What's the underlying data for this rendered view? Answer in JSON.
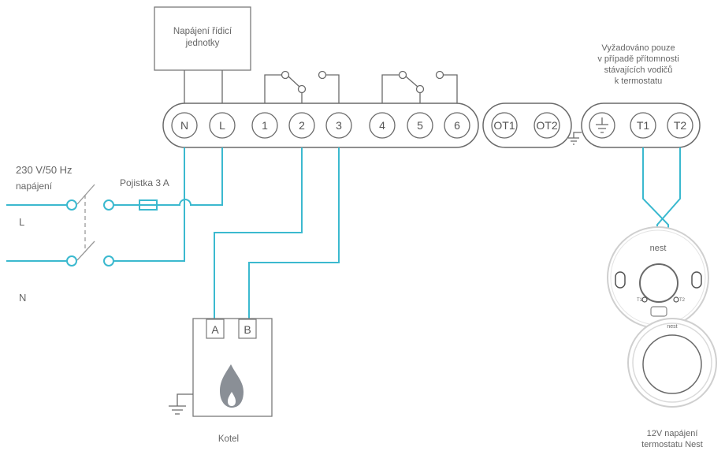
{
  "control_unit_power": [
    "Napájení řídicí",
    "jednotky"
  ],
  "terminals_main": [
    "N",
    "L",
    "1",
    "2",
    "3",
    "4",
    "5",
    "6"
  ],
  "terminals_ot": [
    "OT1",
    "OT2"
  ],
  "terminals_right": [
    "T1",
    "T2"
  ],
  "required_note": [
    "Vyžadováno pouze",
    "v případě přítomnosti",
    "stávajících vodičů",
    "k termostatu"
  ],
  "supply_voltage": "230 V/50 Hz",
  "supply_label": "napájení",
  "fuse_label": "Pojistka 3 A",
  "line_L": "L",
  "line_N": "N",
  "boiler_terminals": [
    "A",
    "B"
  ],
  "boiler_label": "Kotel",
  "nest_brand": "nest",
  "nest_base_terms": [
    "T1",
    "T2"
  ],
  "nest_power": [
    "12V napájení",
    "termostatu Nest"
  ],
  "colors": {
    "wire": "#3bb9cf",
    "outline": "#6a6a6a",
    "text": "#666666",
    "flame": "#8a8f96"
  }
}
